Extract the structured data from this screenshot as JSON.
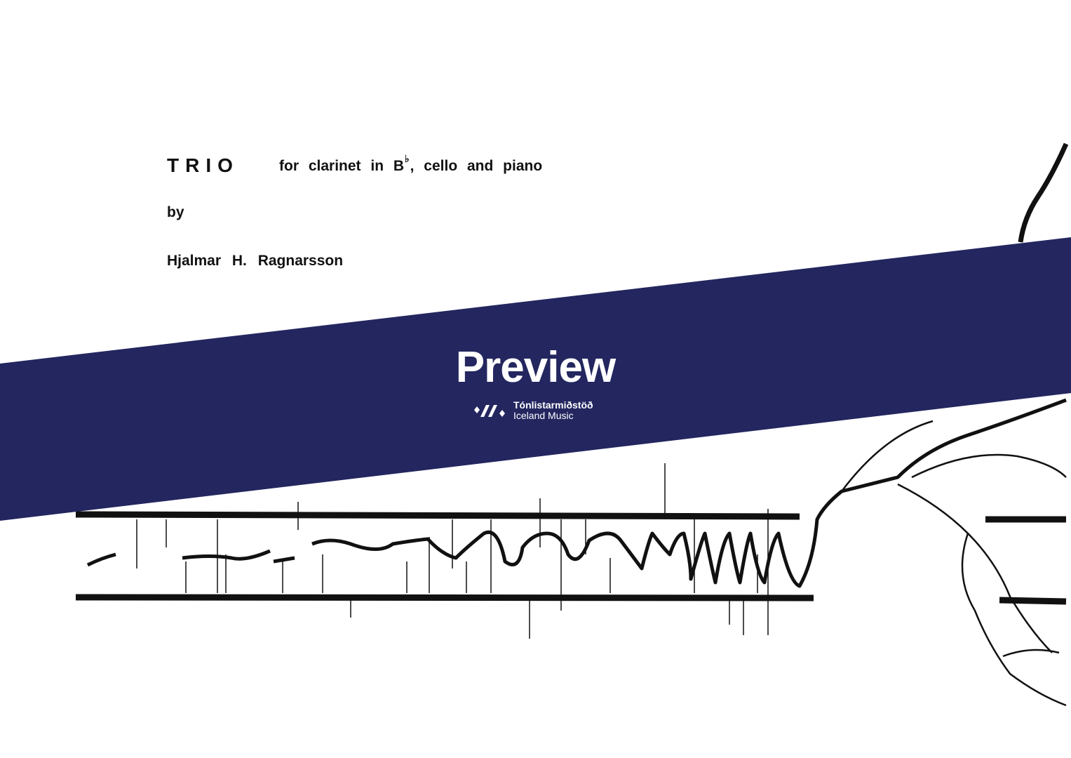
{
  "score": {
    "title": "TRIO",
    "subtitle_pre": "for clarinet in B",
    "flat_sign": "♭",
    "subtitle_post": ", cello and piano",
    "by": "by",
    "composer": "Hjalmar H. Ragnarsson"
  },
  "banner": {
    "label": "Preview",
    "color": "#23265f",
    "logo_line1": "Tónlistarmiðstöð",
    "logo_line2": "Iceland Music"
  }
}
